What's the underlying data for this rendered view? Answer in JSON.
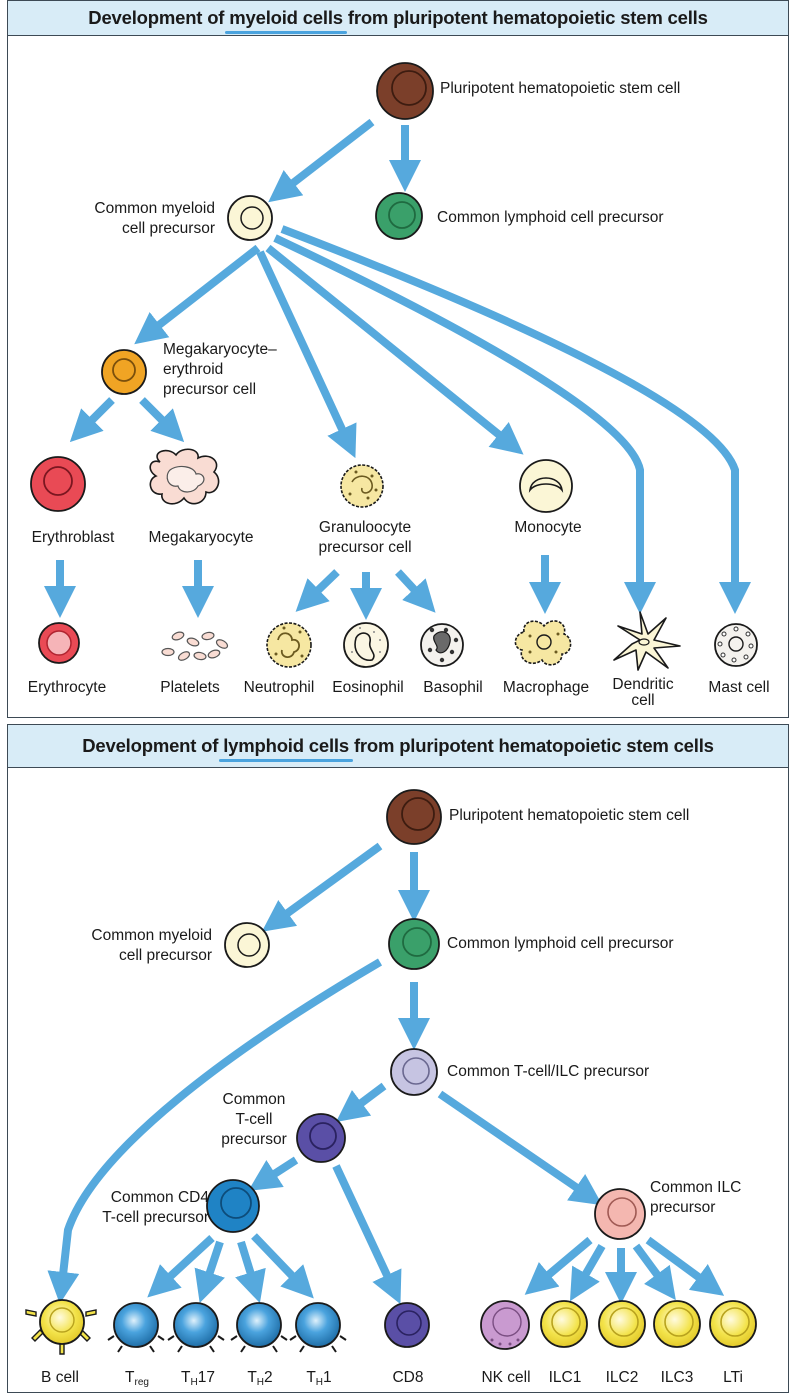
{
  "myeloid_panel": {
    "title_before": "Development of ",
    "title_highlight": "myeloid cells",
    "title_after": " from pluripotent hematopoietic stem cells",
    "labels": {
      "stem_cell": "Pluripotent hematopoietic stem cell",
      "common_lymphoid": "Common lymphoid cell precursor",
      "common_myeloid_1": "Common myeloid",
      "common_myeloid_2": "cell precursor",
      "mep_1": "Megakaryocyte–",
      "mep_2": "erythroid",
      "mep_3": "precursor cell",
      "erythroblast": "Erythroblast",
      "megakaryocyte": "Megakaryocyte",
      "granulocyte_1": "Granuloocyte",
      "granulocyte_2": "precursor cell",
      "monocyte": "Monocyte",
      "erythrocyte": "Erythrocyte",
      "platelets": "Platelets",
      "neutrophil": "Neutrophil",
      "eosinophil": "Eosinophil",
      "basophil": "Basophil",
      "macrophage": "Macrophage",
      "dendritic_1": "Dendritic",
      "dendritic_2": "cell",
      "mast_cell": "Mast cell"
    }
  },
  "lymphoid_panel": {
    "title_before": "Development of ",
    "title_highlight": "lymphoid cells",
    "title_after": " from pluripotent hematopoietic stem cells",
    "labels": {
      "stem_cell": "Pluripotent hematopoietic stem cell",
      "common_myeloid_1": "Common myeloid",
      "common_myeloid_2": "cell precursor",
      "common_lymphoid": "Common lymphoid cell precursor",
      "t_ilc": "Common T-cell/ILC precursor",
      "t_cell_1": "Common",
      "t_cell_2": "T-cell",
      "t_cell_3": "precursor",
      "cd4_1": "Common CD4",
      "cd4_2": "T-cell precursor",
      "ilc_1": "Common ILC",
      "ilc_2": "precursor",
      "b_cell": "B cell",
      "treg_main": "T",
      "treg_sub": "reg",
      "th17_main": "T",
      "th17_sub": "H",
      "th17_num": "17",
      "th2_main": "T",
      "th2_sub": "H",
      "th2_num": "2",
      "th1_main": "T",
      "th1_sub": "H",
      "th1_num": "1",
      "cd8": "CD8",
      "nk_cell": "NK cell",
      "ilc1": "ILC1",
      "ilc2": "ILC2",
      "ilc3": "ILC3",
      "lti": "LTi"
    }
  },
  "colors": {
    "arrow": "#56a9dd",
    "stem": "#7b3f2a",
    "lymphoid": "#3aa06a",
    "myeloid": "#fbf6d6",
    "mep": "#f0a424",
    "erythro": "#e94a55",
    "t_ilc": "#c6c4e2",
    "t_precursor": "#5a4fa6",
    "cd4": "#1f83c5",
    "ilc": "#f4b7b0",
    "nk": "#c99ad0",
    "ilc_mature": "#f3e34a",
    "panel_header": "#d8ecf7"
  }
}
